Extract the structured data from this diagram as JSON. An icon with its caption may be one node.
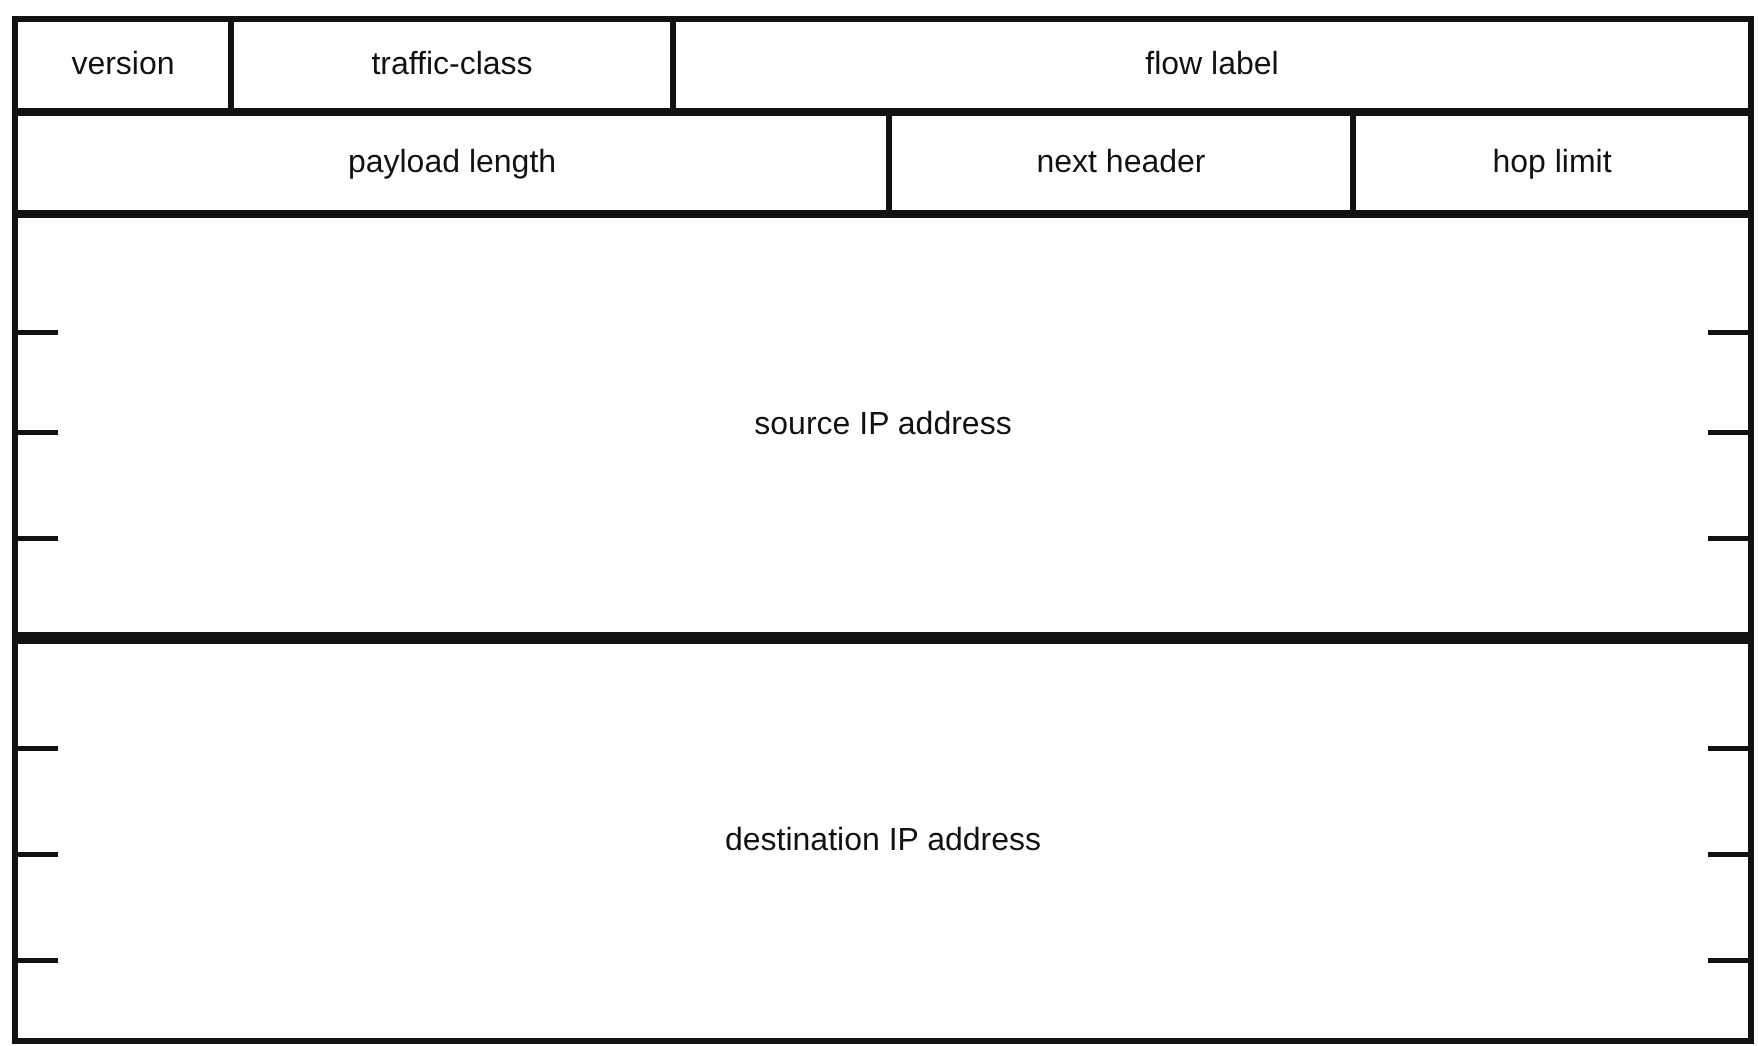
{
  "diagram": {
    "nodes": [
      {
        "text": [
          "version"
        ]
      },
      {
        "text": [
          "traffic-class"
        ]
      },
      {
        "text": [
          "flow label"
        ]
      },
      {
        "text": [
          "payload length"
        ]
      },
      {
        "text": [
          "next header"
        ]
      },
      {
        "text": [
          "hop limit"
        ]
      },
      {
        "text": [
          "source IP address"
        ]
      },
      {
        "text": [
          "destination IP address"
        ]
      }
    ]
  }
}
